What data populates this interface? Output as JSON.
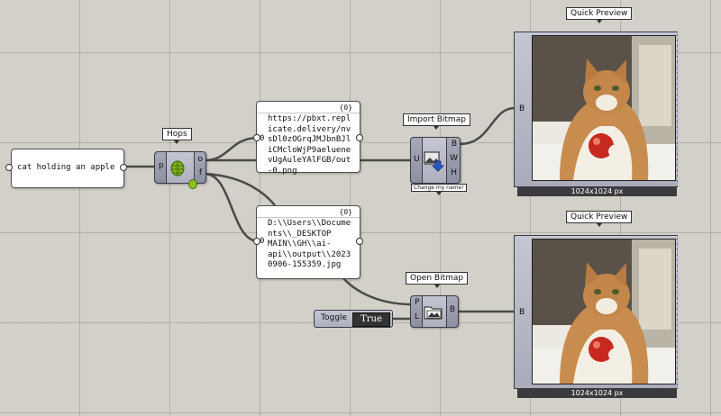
{
  "panels": {
    "prompt": {
      "text": "cat holding an apple"
    },
    "url": {
      "count": "{0}",
      "text": "https://pbxt.repl\nicate.delivery/nv\nsDl0zOGrqJMJbnBJl\niCMcloWjP9aeluene\nvUgAuleYAlFGB/out\n-0.png",
      "index": "0"
    },
    "path": {
      "count": "{0}",
      "text": "D:\\\\Users\\\\Docume\nnts\\\\_DESKTOP\nMAIN\\\\GH\\\\ai-\napi\\\\output\\\\2023\n0906-155359.jpg",
      "index": "0"
    }
  },
  "hops": {
    "title": "Hops",
    "input": "p",
    "out1": "o",
    "out2": "f"
  },
  "import_bitmap": {
    "title": "Import Bitmap",
    "input": "U",
    "out_b": "B",
    "out_w": "W",
    "out_h": "H",
    "note": "Change my name!"
  },
  "open_bitmap": {
    "title": "Open Bitmap",
    "in_p": "P",
    "in_l": "L",
    "out_b": "B"
  },
  "toggle": {
    "label": "Toggle",
    "value": "True"
  },
  "previews": [
    {
      "title": "Quick Preview",
      "input": "B",
      "footer": "1024x1024 px"
    },
    {
      "title": "Quick Preview",
      "input": "B",
      "footer": "1024x1024 px"
    }
  ]
}
